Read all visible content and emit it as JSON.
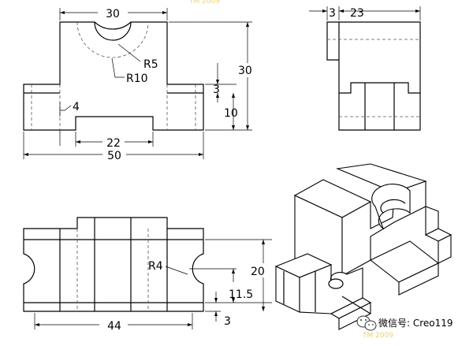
{
  "front_view": {
    "dim_width_top": "30",
    "dim_radius_small": "R5",
    "dim_radius_large": "R10",
    "dim_height_total": "30",
    "dim_step": "3",
    "dim_side_height": "10",
    "dim_slot_depth": "4",
    "dim_slot_width": "22",
    "dim_total_width": "50"
  },
  "side_view": {
    "dim_left": "3",
    "dim_right": "23"
  },
  "top_view": {
    "dim_radius": "R4",
    "dim_depth": "20",
    "dim_hole_offset": "11.5",
    "dim_bottom": "3",
    "dim_width": "44"
  },
  "watermark": {
    "text": "微信号: Creo119",
    "icon": "wechat-icon"
  },
  "yellow_label": "TM 2009"
}
